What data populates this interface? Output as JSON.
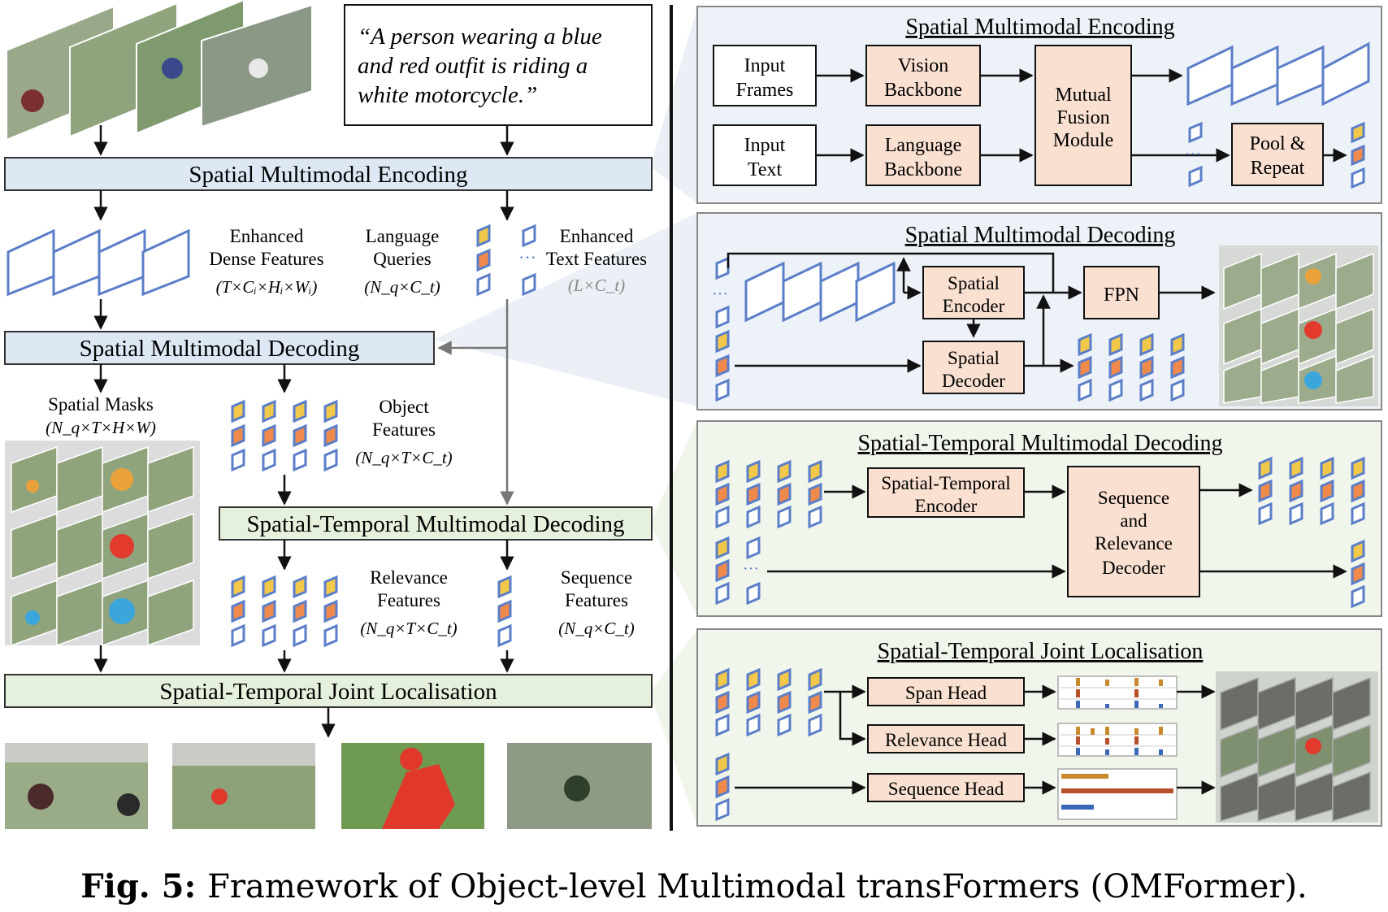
{
  "caption": {
    "label": "Fig. 5:",
    "text": "Framework of Object-level Multimodal transFormers (OMFormer)."
  },
  "left": {
    "quote": [
      "“A person wearing a blue",
      "and red outfit is riding a",
      "white motorcycle.”"
    ],
    "bar_sme": "Spatial Multimodal Encoding",
    "bar_smd": "Spatial Multimodal Decoding",
    "bar_stmd": "Spatial-Temporal Multimodal Decoding",
    "bar_stjl": "Spatial-Temporal Joint Localisation",
    "enhanced_dense": [
      "Enhanced",
      "Dense Features",
      "(T×Cᵢ×Hᵢ×Wᵢ)"
    ],
    "language_queries": [
      "Language",
      "Queries",
      "(N_q×C_t)"
    ],
    "enhanced_text": [
      "Enhanced",
      "Text Features",
      "(L×C_t)"
    ],
    "spatial_masks": [
      "Spatial Masks",
      "(N_q×T×H×W)"
    ],
    "object_features": [
      "Object",
      "Features",
      "(N_q×T×C_t)"
    ],
    "relevance_features": [
      "Relevance",
      "Features",
      "(N_q×T×C_t)"
    ],
    "sequence_features": [
      "Sequence",
      "Features",
      "(N_q×C_t)"
    ]
  },
  "right": {
    "p1": {
      "title": "Spatial Multimodal Encoding",
      "input_frames": [
        "Input",
        "Frames"
      ],
      "vision_backbone": [
        "Vision",
        "Backbone"
      ],
      "input_text": [
        "Input",
        "Text"
      ],
      "language_backbone": [
        "Language",
        "Backbone"
      ],
      "mutual_fusion": [
        "Mutual",
        "Fusion",
        "Module"
      ],
      "pool_repeat": [
        "Pool &",
        "Repeat"
      ]
    },
    "p2": {
      "title": "Spatial Multimodal Decoding",
      "spatial_encoder": [
        "Spatial",
        "Encoder"
      ],
      "spatial_decoder": [
        "Spatial",
        "Decoder"
      ],
      "fpn": "FPN"
    },
    "p3": {
      "title": "Spatial-Temporal Multimodal Decoding",
      "st_encoder": [
        "Spatial-Temporal",
        "Encoder"
      ],
      "seq_rel_decoder": [
        "Sequence",
        "and",
        "Relevance",
        "Decoder"
      ]
    },
    "p4": {
      "title": "Spatial-Temporal Joint Localisation",
      "span_head": "Span Head",
      "relevance_head": "Relevance Head",
      "sequence_head": "Sequence Head"
    }
  },
  "colors": {
    "blue_bar": "#dde8f4",
    "green_bar": "#e5f1dc",
    "module_fill": "#f9e0d0",
    "token_stroke": "#5b7ec8",
    "token_yellow": "#f2c84b",
    "token_orange": "#ef8a4c",
    "panel_blue": "#edf2f8",
    "panel_green": "#f1f6ec"
  }
}
